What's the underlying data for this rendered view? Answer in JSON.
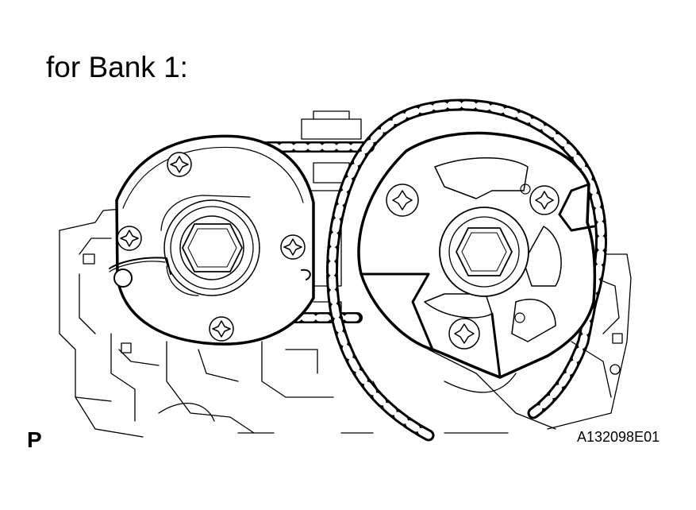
{
  "caption": "for Bank 1:",
  "view_marker": "P",
  "figure_id": "A132098E01",
  "illustration": {
    "left_component": "exhaust-camshaft-gear-icon",
    "right_component": "intake-camshaft-timing-gear-icon",
    "chain": "timing-chain-icon",
    "background": "engine-block-outline-icon"
  }
}
